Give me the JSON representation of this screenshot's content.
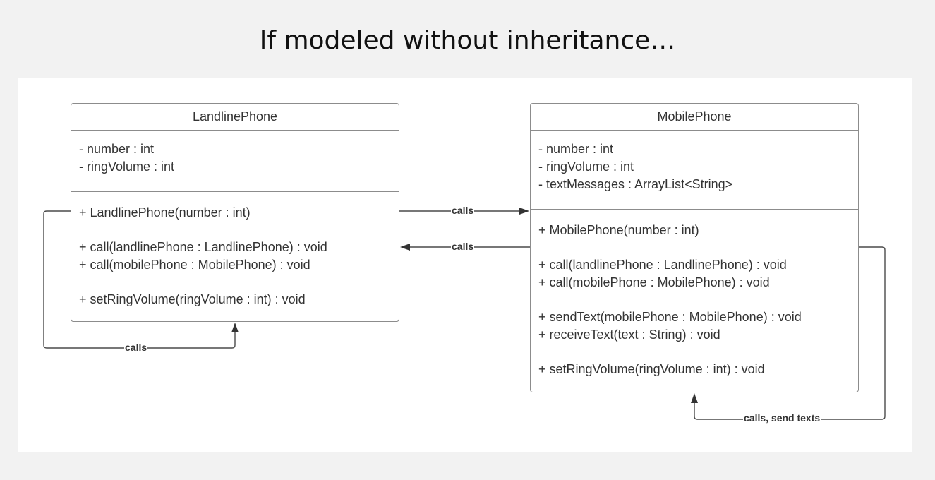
{
  "slide": {
    "title": "If modeled without inheritance…"
  },
  "landline": {
    "name": "LandlinePhone",
    "attributes": [
      "- number : int",
      "- ringVolume : int"
    ],
    "methods": [
      "+ LandlinePhone(number : int)",
      "",
      "+ call(landlinePhone : LandlinePhone) : void",
      "+ call(mobilePhone : MobilePhone) : void",
      "",
      "+ setRingVolume(ringVolume : int) : void"
    ]
  },
  "mobile": {
    "name": "MobilePhone",
    "attributes": [
      "- number : int",
      "- ringVolume : int",
      "- textMessages : ArrayList<String>"
    ],
    "methods": [
      "+ MobilePhone(number : int)",
      "",
      "+ call(landlinePhone : LandlinePhone) : void",
      "+ call(mobilePhone : MobilePhone) : void",
      "",
      "+ sendText(mobilePhone : MobilePhone) : void",
      "+ receiveText(text : String) : void",
      "",
      "+ setRingVolume(ringVolume : int) : void"
    ]
  },
  "edges": {
    "landline_to_mobile": "calls",
    "mobile_to_landline": "calls",
    "landline_self": "calls",
    "mobile_self": "calls, send texts"
  },
  "colors": {
    "border": "#8c8c8c",
    "text": "#333333",
    "canvas": "#ffffff",
    "background": "#f2f2f2"
  }
}
